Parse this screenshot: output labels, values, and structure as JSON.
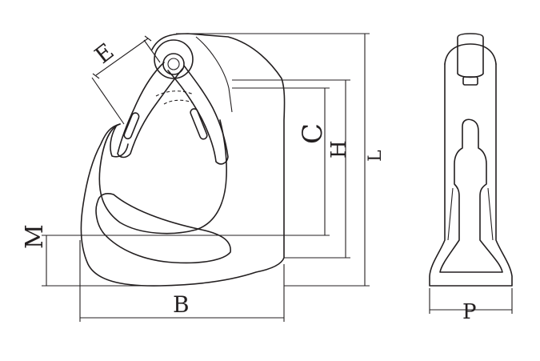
{
  "dimension_labels": {
    "E": "E",
    "C": "C",
    "H": "H",
    "L": "L",
    "M": "M",
    "B": "B",
    "P": "P"
  }
}
